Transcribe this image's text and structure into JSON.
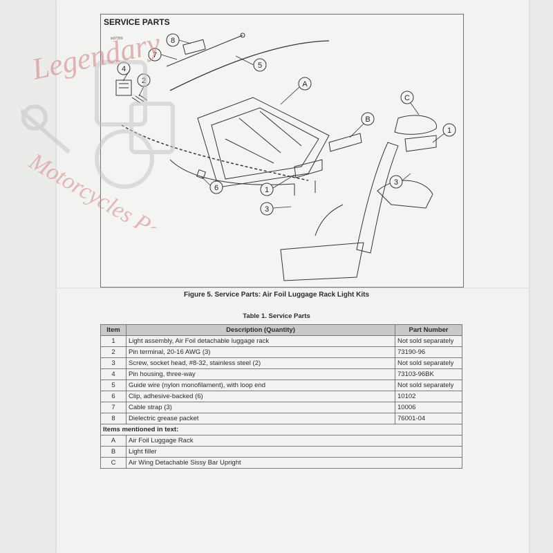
{
  "figure": {
    "section_title": "SERVICE PARTS",
    "section_subtitle": "is07359",
    "callouts": [
      "8",
      "7",
      "5",
      "4",
      "2",
      "6",
      "A",
      "B",
      "C",
      "1",
      "1",
      "3",
      "3"
    ],
    "caption": "Figure 5. Service Parts: Air Foil Luggage Rack Light Kits"
  },
  "watermark": {
    "line1": "Legendary",
    "line2": "Motorcycles Parts"
  },
  "table": {
    "title": "Table 1. Service Parts",
    "headers": {
      "item": "Item",
      "description": "Description (Quantity)",
      "part_number": "Part Number"
    },
    "rows": [
      {
        "item": "1",
        "description": "Light assembly, Air Foil detachable luggage rack",
        "part_number": "Not sold separately"
      },
      {
        "item": "2",
        "description": "Pin terminal, 20-16 AWG (3)",
        "part_number": "73190-96"
      },
      {
        "item": "3",
        "description": "Screw, socket head, #8-32, stainless steel (2)",
        "part_number": "Not sold separately"
      },
      {
        "item": "4",
        "description": "Pin housing, three-way",
        "part_number": "73103-96BK"
      },
      {
        "item": "5",
        "description": "Guide wire (nylon monofilament), with loop end",
        "part_number": "Not sold separately"
      },
      {
        "item": "6",
        "description": "Clip, adhesive-backed (6)",
        "part_number": "10102"
      },
      {
        "item": "7",
        "description": "Cable strap (3)",
        "part_number": "10006"
      },
      {
        "item": "8",
        "description": "Dielectric grease packet",
        "part_number": "76001-04"
      }
    ],
    "section_label": "Items mentioned in text:",
    "text_rows": [
      {
        "item": "A",
        "description": "Air Foil Luggage Rack"
      },
      {
        "item": "B",
        "description": "Light filler"
      },
      {
        "item": "C",
        "description": "Air Wing Detachable Sissy Bar Upright"
      }
    ]
  }
}
